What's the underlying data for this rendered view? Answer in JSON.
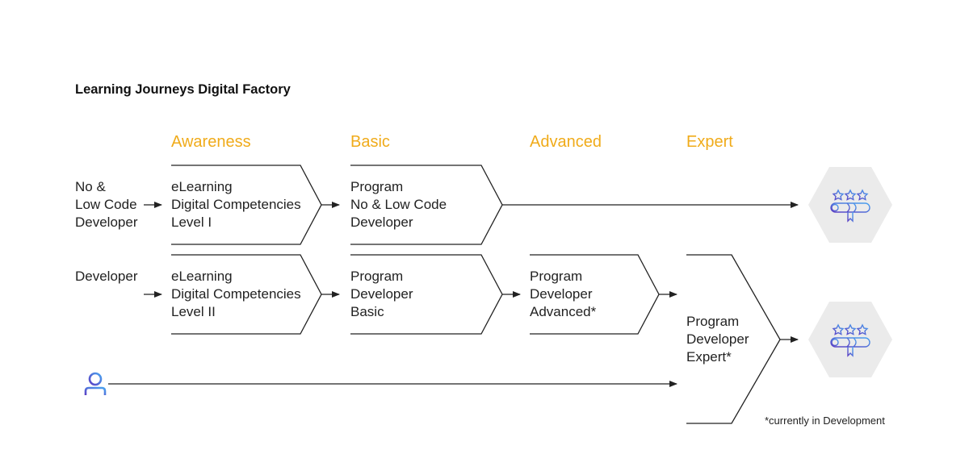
{
  "title": "Learning Journeys Digital Factory",
  "stages": [
    "Awareness",
    "Basic",
    "Advanced",
    "Expert"
  ],
  "rows": [
    {
      "label": [
        "No &",
        "Low Code",
        "Developer"
      ],
      "steps": [
        [
          "eLearning",
          "Digital Competencies",
          "Level I"
        ],
        [
          "Program",
          "No & Low Code",
          "Developer"
        ]
      ]
    },
    {
      "label": [
        "Developer"
      ],
      "steps": [
        [
          "eLearning",
          "Digital Competencies",
          "Level II"
        ],
        [
          "Program",
          "Developer",
          "Basic"
        ],
        [
          "Program",
          "Developer",
          "Advanced*"
        ]
      ]
    }
  ],
  "expert_step": [
    "Program",
    "Developer",
    "Expert*"
  ],
  "footnote": "*currently in Development",
  "icons": {
    "certificate": "certificate-stars-icon",
    "user": "user-icon"
  },
  "colors": {
    "stage_heading": "#f0ab1a",
    "hexagon": "#ebebeb",
    "icon_gradient": [
      "#5b3fc4",
      "#4aa3f0"
    ]
  }
}
